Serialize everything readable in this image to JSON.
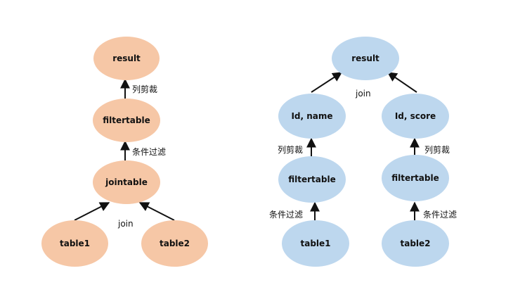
{
  "left": {
    "nodes": {
      "result": "result",
      "filtertable": "filtertable",
      "jointable": "jointable",
      "table1": "table1",
      "table2": "table2"
    },
    "labels": {
      "crop": "列剪裁",
      "filter": "条件过滤",
      "join": "join"
    }
  },
  "right": {
    "nodes": {
      "result": "result",
      "id_name": "Id, name",
      "id_score": "Id, score",
      "filtertable_left": "filtertable",
      "filtertable_right": "filtertable",
      "table1": "table1",
      "table2": "table2"
    },
    "labels": {
      "join": "join",
      "crop_left": "列剪裁",
      "crop_right": "列剪裁",
      "filter_left": "条件过滤",
      "filter_right": "条件过滤"
    }
  },
  "colors": {
    "left_node": "#f6c7a6",
    "right_node": "#bdd7ee",
    "arrow": "#111111"
  }
}
